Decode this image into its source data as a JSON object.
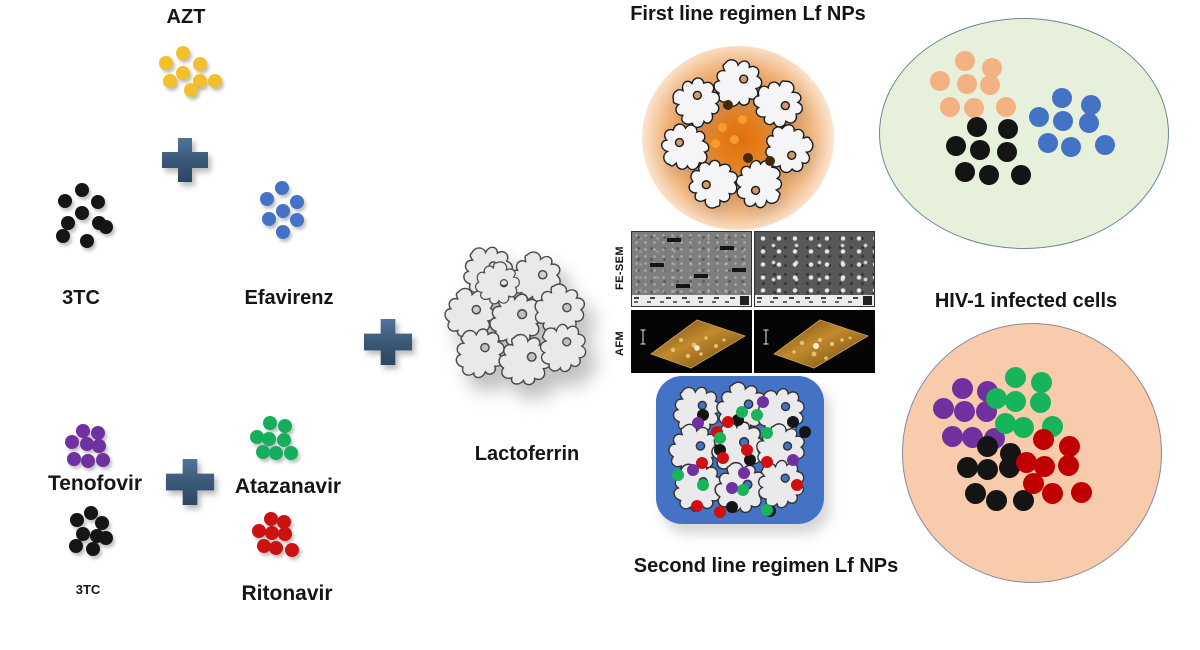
{
  "figure": {
    "labels": {
      "azt": "AZT",
      "tc_top": "3TC",
      "efavirenz": "Efavirenz",
      "tenofovir": "Tenofovir",
      "atazanavir": "Atazanavir",
      "tc_bottom": "3TC",
      "ritonavir": "Ritonavir",
      "lactoferrin": "Lactoferrin",
      "first_line": "First line regimen Lf NPs",
      "second_line": "Second line regimen Lf NPs",
      "hiv": "HIV-1 infected cells",
      "fe_sem": "FE-SEM",
      "afm": "AFM"
    },
    "colors": {
      "azt_dot": "#F2C02C",
      "tc_dot": "#151515",
      "efavirenz_dot": "#4472C4",
      "tenofovir_dot": "#7030A0",
      "atazanavir_dot": "#14AE5C",
      "ritonavir_dot": "#CC1111",
      "plus_icon": "#3A5878",
      "np1_glow": "#E87D17",
      "np2_box": "#4472C4",
      "infected_cell_fill": "#E7F0DB",
      "treated_cell_fill": "#F8CBAD",
      "protein_fill": "#ECECEE"
    }
  },
  "clusters": [
    {
      "name": "azt-drug",
      "color": "#F2C02C",
      "size": 14,
      "shadow": true,
      "dots": [
        [
          183,
          53
        ],
        [
          166,
          63
        ],
        [
          200,
          64
        ],
        [
          183,
          73
        ],
        [
          170,
          81
        ],
        [
          200,
          81
        ],
        [
          191,
          90
        ],
        [
          215,
          81
        ]
      ]
    },
    {
      "name": "tc-top-drug",
      "color": "#151515",
      "size": 14,
      "shadow": true,
      "dots": [
        [
          82,
          190
        ],
        [
          65,
          201
        ],
        [
          98,
          202
        ],
        [
          82,
          213
        ],
        [
          68,
          223
        ],
        [
          99,
          223
        ],
        [
          63,
          236
        ],
        [
          87,
          241
        ],
        [
          106,
          227
        ]
      ]
    },
    {
      "name": "efavirenz-drug",
      "color": "#4472C4",
      "size": 14,
      "shadow": true,
      "dots": [
        [
          282,
          188
        ],
        [
          267,
          199
        ],
        [
          297,
          202
        ],
        [
          283,
          211
        ],
        [
          269,
          219
        ],
        [
          297,
          220
        ],
        [
          283,
          232
        ]
      ]
    },
    {
      "name": "tenofovir-drug",
      "color": "#7030A0",
      "size": 14,
      "shadow": true,
      "dots": [
        [
          83,
          431
        ],
        [
          98,
          433
        ],
        [
          72,
          442
        ],
        [
          87,
          444
        ],
        [
          99,
          446
        ],
        [
          74,
          459
        ],
        [
          88,
          461
        ],
        [
          103,
          460
        ]
      ]
    },
    {
      "name": "atazanavir-drug",
      "color": "#14AE5C",
      "size": 14,
      "shadow": true,
      "dots": [
        [
          270,
          423
        ],
        [
          285,
          426
        ],
        [
          257,
          437
        ],
        [
          269,
          439
        ],
        [
          284,
          440
        ],
        [
          263,
          452
        ],
        [
          276,
          453
        ],
        [
          291,
          453
        ]
      ]
    },
    {
      "name": "tc-bottom-drug",
      "color": "#151515",
      "size": 14,
      "shadow": true,
      "dots": [
        [
          91,
          513
        ],
        [
          77,
          520
        ],
        [
          102,
          523
        ],
        [
          83,
          534
        ],
        [
          97,
          536
        ],
        [
          76,
          546
        ],
        [
          93,
          549
        ],
        [
          106,
          538
        ]
      ]
    },
    {
      "name": "ritonavir-drug",
      "color": "#CC1111",
      "size": 14,
      "shadow": true,
      "dots": [
        [
          271,
          519
        ],
        [
          284,
          522
        ],
        [
          259,
          531
        ],
        [
          272,
          533
        ],
        [
          285,
          534
        ],
        [
          264,
          546
        ],
        [
          276,
          548
        ],
        [
          292,
          550
        ]
      ]
    },
    {
      "name": "np1-core-orange",
      "color": "#F59E2D",
      "size": 9,
      "shadow": false,
      "dots": [
        [
          722,
          127
        ],
        [
          734,
          139
        ],
        [
          715,
          143
        ],
        [
          742,
          119
        ]
      ]
    },
    {
      "name": "np1-core-dark",
      "color": "#43290B",
      "size": 10,
      "shadow": false,
      "dots": [
        [
          728,
          105
        ],
        [
          748,
          158
        ],
        [
          770,
          161
        ]
      ]
    },
    {
      "name": "infected-azt",
      "color": "#F4B183",
      "size": 20,
      "shadow": false,
      "dots": [
        [
          965,
          61
        ],
        [
          992,
          68
        ],
        [
          940,
          81
        ],
        [
          967,
          84
        ],
        [
          990,
          85
        ],
        [
          950,
          107
        ],
        [
          974,
          108
        ],
        [
          1006,
          107
        ]
      ]
    },
    {
      "name": "infected-efavirenz",
      "color": "#4472C4",
      "size": 20,
      "shadow": false,
      "dots": [
        [
          1062,
          98
        ],
        [
          1091,
          105
        ],
        [
          1039,
          117
        ],
        [
          1063,
          121
        ],
        [
          1089,
          123
        ],
        [
          1048,
          143
        ],
        [
          1071,
          147
        ],
        [
          1105,
          145
        ]
      ]
    },
    {
      "name": "infected-tc",
      "color": "#141414",
      "size": 20,
      "shadow": false,
      "dots": [
        [
          977,
          127
        ],
        [
          1008,
          129
        ],
        [
          956,
          146
        ],
        [
          980,
          150
        ],
        [
          1007,
          152
        ],
        [
          965,
          172
        ],
        [
          989,
          175
        ],
        [
          1021,
          175
        ]
      ]
    },
    {
      "name": "treated-tenofovir",
      "color": "#7030A0",
      "size": 21,
      "shadow": false,
      "dots": [
        [
          962,
          388
        ],
        [
          987,
          391
        ],
        [
          943,
          408
        ],
        [
          964,
          411
        ],
        [
          986,
          411
        ],
        [
          952,
          436
        ],
        [
          972,
          437
        ],
        [
          994,
          438
        ]
      ]
    },
    {
      "name": "treated-atazanavir",
      "color": "#18B45C",
      "size": 21,
      "shadow": false,
      "dots": [
        [
          1015,
          377
        ],
        [
          1041,
          382
        ],
        [
          996,
          398
        ],
        [
          1015,
          401
        ],
        [
          1040,
          402
        ],
        [
          1005,
          423
        ],
        [
          1023,
          427
        ],
        [
          1052,
          426
        ]
      ]
    },
    {
      "name": "treated-tc",
      "color": "#141414",
      "size": 21,
      "shadow": false,
      "dots": [
        [
          987,
          446
        ],
        [
          1010,
          453
        ],
        [
          967,
          467
        ],
        [
          987,
          469
        ],
        [
          1009,
          467
        ],
        [
          975,
          493
        ],
        [
          996,
          500
        ],
        [
          1023,
          500
        ]
      ]
    },
    {
      "name": "treated-ritonavir",
      "color": "#C00000",
      "size": 21,
      "shadow": false,
      "dots": [
        [
          1043,
          439
        ],
        [
          1069,
          446
        ],
        [
          1026,
          462
        ],
        [
          1044,
          466
        ],
        [
          1068,
          465
        ],
        [
          1033,
          483
        ],
        [
          1052,
          493
        ],
        [
          1081,
          492
        ]
      ]
    },
    {
      "name": "np2-tc",
      "color": "#141414",
      "size": 12,
      "shadow": false,
      "dots": [
        [
          703,
          415
        ],
        [
          738,
          420
        ],
        [
          793,
          422
        ],
        [
          805,
          432
        ],
        [
          720,
          450
        ],
        [
          750,
          460
        ],
        [
          732,
          507
        ],
        [
          770,
          511
        ]
      ]
    },
    {
      "name": "np2-ritonavir",
      "color": "#D01010",
      "size": 12,
      "shadow": false,
      "dots": [
        [
          728,
          422
        ],
        [
          717,
          432
        ],
        [
          747,
          450
        ],
        [
          723,
          458
        ],
        [
          702,
          463
        ],
        [
          767,
          462
        ],
        [
          797,
          485
        ],
        [
          697,
          506
        ],
        [
          720,
          512
        ]
      ]
    },
    {
      "name": "np2-atazanavir",
      "color": "#18B45C",
      "size": 12,
      "shadow": false,
      "dots": [
        [
          742,
          412
        ],
        [
          757,
          415
        ],
        [
          767,
          433
        ],
        [
          720,
          438
        ],
        [
          678,
          475
        ],
        [
          703,
          485
        ],
        [
          743,
          490
        ],
        [
          767,
          510
        ]
      ]
    },
    {
      "name": "np2-tenofovir",
      "color": "#7030A0",
      "size": 12,
      "shadow": false,
      "dots": [
        [
          763,
          402
        ],
        [
          698,
          423
        ],
        [
          793,
          460
        ],
        [
          693,
          470
        ],
        [
          732,
          488
        ],
        [
          744,
          473
        ]
      ]
    }
  ],
  "protein_groups": {
    "lactoferrin": {
      "fill": "#E9E9EB",
      "stroke": "#4a4a4a",
      "stroke_width": 2.5,
      "items": [
        [
          458,
          242,
          58,
          -8
        ],
        [
          506,
          248,
          58,
          14
        ],
        [
          440,
          284,
          58,
          6
        ],
        [
          484,
          288,
          62,
          -4
        ],
        [
          530,
          280,
          58,
          20
        ],
        [
          450,
          324,
          58,
          -12
        ],
        [
          494,
          330,
          60,
          8
        ],
        [
          534,
          320,
          56,
          -22
        ],
        [
          472,
          258,
          50,
          32
        ]
      ]
    },
    "np1_ring": {
      "fill": "#F5F5F7",
      "stroke": "#1a1a1a",
      "stroke_width": 2.5,
      "items": [
        [
          709,
          55,
          56,
          0
        ],
        [
          750,
          75,
          56,
          50
        ],
        [
          761,
          120,
          56,
          100
        ],
        [
          732,
          156,
          56,
          155
        ],
        [
          686,
          156,
          56,
          205
        ],
        [
          657,
          120,
          56,
          255
        ],
        [
          668,
          75,
          56,
          310
        ]
      ]
    },
    "np2_pack": {
      "fill": "#EAEAEC",
      "stroke": "#333333",
      "stroke_width": 2.5,
      "items": [
        [
          668,
          382,
          56,
          -6
        ],
        [
          712,
          378,
          58,
          10
        ],
        [
          752,
          384,
          56,
          -14
        ],
        [
          664,
          420,
          58,
          8
        ],
        [
          706,
          416,
          62,
          -4
        ],
        [
          752,
          420,
          56,
          16
        ],
        [
          668,
          458,
          58,
          -10
        ],
        [
          710,
          458,
          60,
          6
        ],
        [
          752,
          456,
          56,
          -18
        ]
      ]
    }
  }
}
